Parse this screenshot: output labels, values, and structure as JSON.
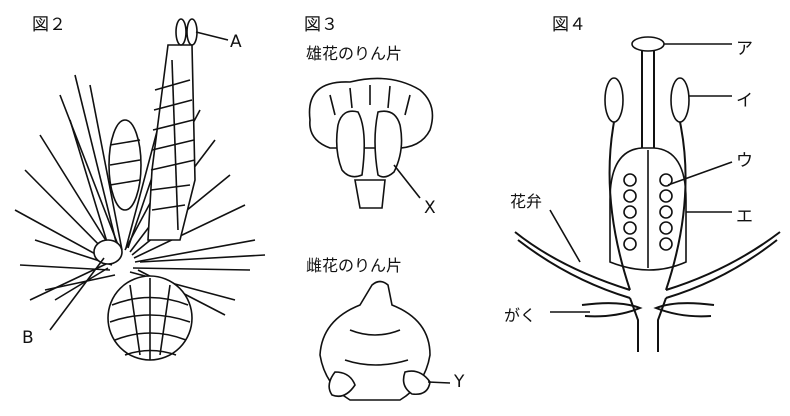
{
  "figures": {
    "fig2": {
      "title": "図２",
      "labels": {
        "a": "A",
        "b": "B"
      }
    },
    "fig3": {
      "title": "図３",
      "male_caption": "雄花のりん片",
      "female_caption": "雌花のりん片",
      "labels": {
        "x": "X",
        "y": "Y"
      }
    },
    "fig4": {
      "title": "図４",
      "labels": {
        "a": "ア",
        "i": "イ",
        "u": "ウ",
        "e": "エ",
        "petal": "花弁",
        "sepal": "がく"
      }
    }
  }
}
